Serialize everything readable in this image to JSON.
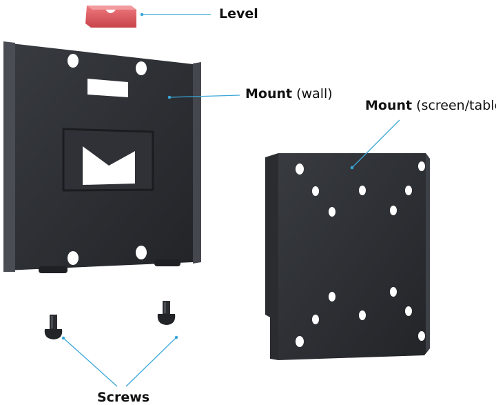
{
  "labels": {
    "level": {
      "bold": "Level"
    },
    "wall_mount": {
      "bold": "Mount",
      "note": "(wall)"
    },
    "screen_mount": {
      "bold": "Mount",
      "note": "(screen/tablet)"
    },
    "screws": {
      "bold": "Screws"
    }
  },
  "colors": {
    "background": "#ffffff",
    "mount_metal": "#2b2d31",
    "mount_edge": "#3d4046",
    "level_block": "#e0565c",
    "leader_line": "#3aa7d8",
    "label_text": "#111111"
  }
}
